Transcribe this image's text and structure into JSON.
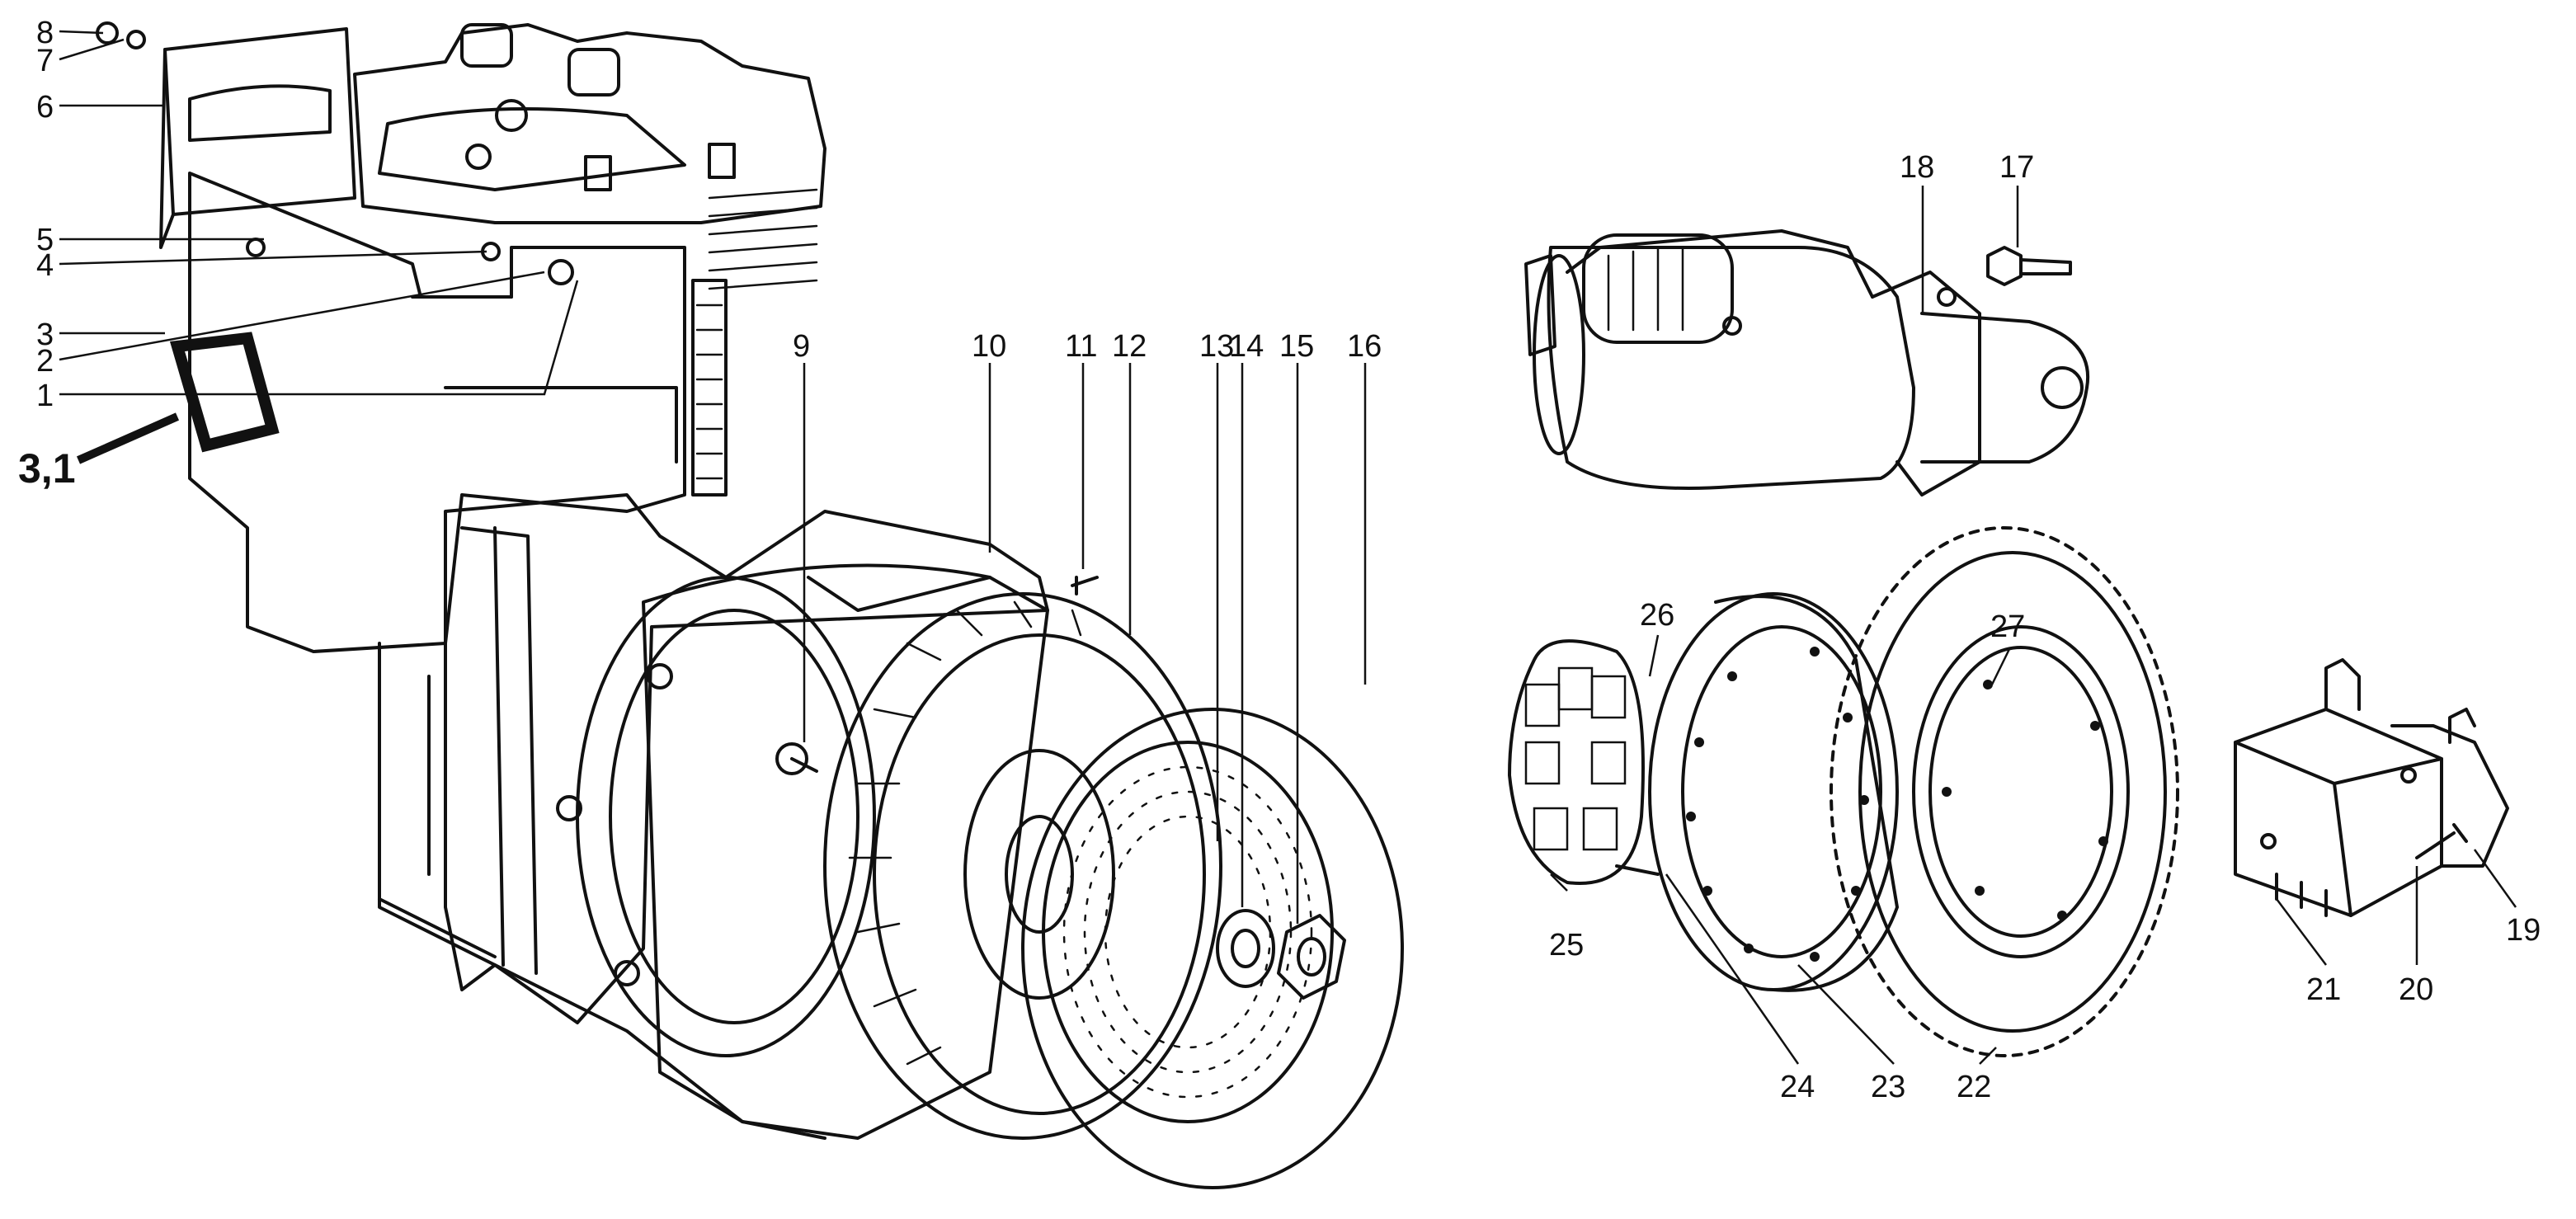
{
  "labels": {
    "l8": "8",
    "l7": "7",
    "l6": "6",
    "l5": "5",
    "l4": "4",
    "l3": "3",
    "l2": "2",
    "l1": "1",
    "l31": "3,1",
    "l9": "9",
    "l10": "10",
    "l11": "11",
    "l12": "12",
    "l13": "13",
    "l14": "14",
    "l15": "15",
    "l16": "16",
    "l17": "17",
    "l18": "18",
    "l19": "19",
    "l20": "20",
    "l21": "21",
    "l22": "22",
    "l23": "23",
    "l24": "24",
    "l25": "25",
    "l26": "26",
    "l27": "27"
  },
  "colors": {
    "ink": "#111111",
    "paper": "#ffffff"
  }
}
